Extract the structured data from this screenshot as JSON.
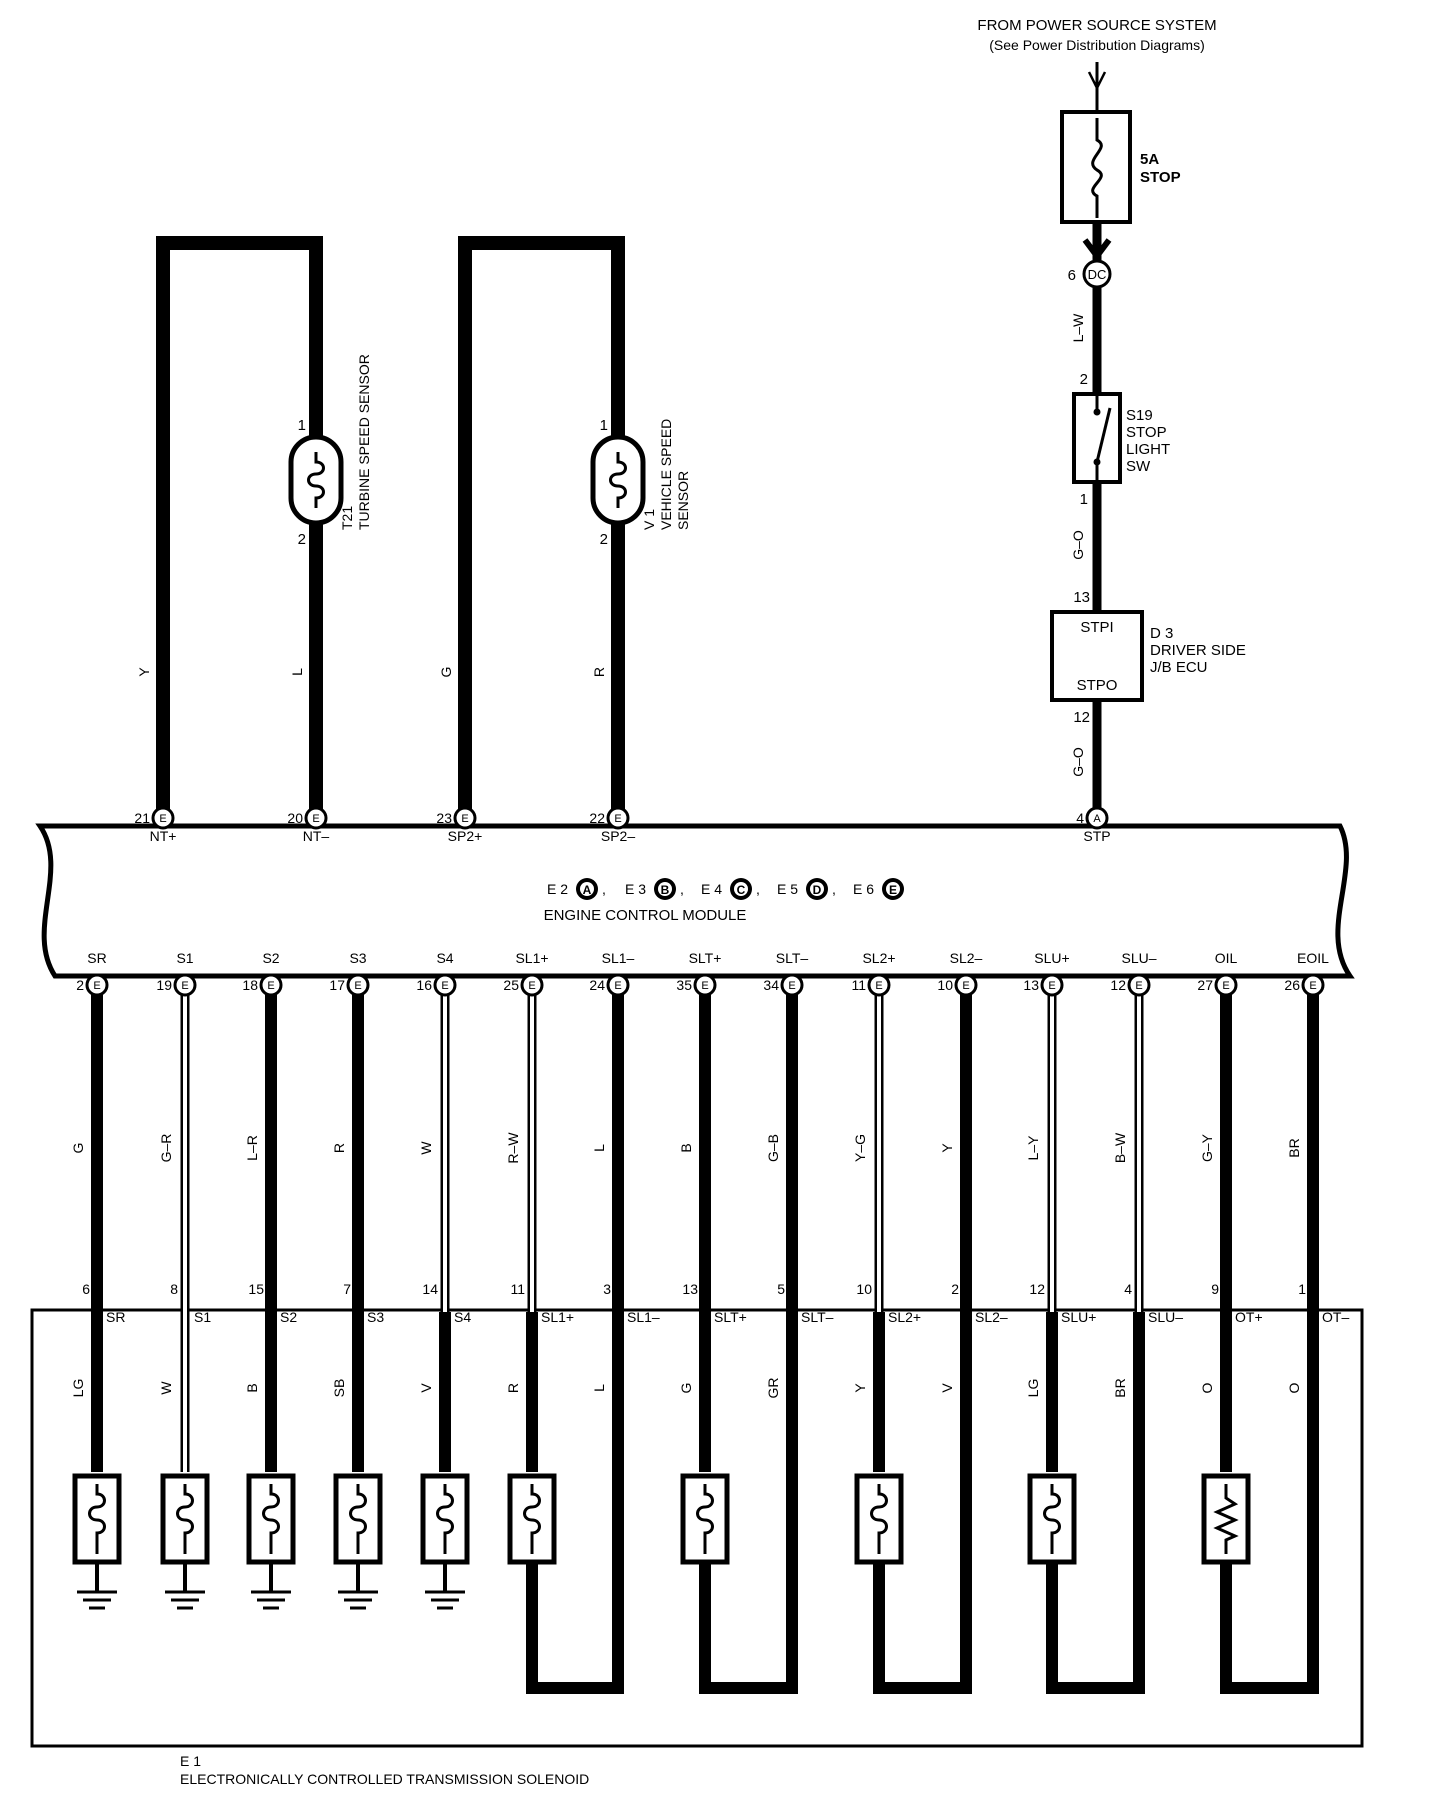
{
  "source": {
    "line1": "FROM POWER SOURCE SYSTEM",
    "line2": "(See Power Distribution Diagrams)"
  },
  "fuse": {
    "rating": "5A",
    "name": "STOP"
  },
  "dc_connector": {
    "pin": "6",
    "code": "DC"
  },
  "stop_switch": {
    "id": "S19",
    "line1": "STOP",
    "line2": "LIGHT",
    "line3": "SW",
    "pin_top": "2",
    "pin_bottom": "1"
  },
  "jb_ecu": {
    "id": "D 3",
    "line1": "DRIVER SIDE",
    "line2": "J/B ECU",
    "in_label": "STPI",
    "out_label": "STPO",
    "pin_in": "13",
    "pin_out": "12"
  },
  "wire_colors_top": {
    "dc_to_sw": "L–W",
    "sw_to_ecu": "G–O",
    "ecu_to_ecm": "G–O"
  },
  "turbine_sensor": {
    "id": "T21",
    "name": "TURBINE SPEED SENSOR",
    "pin1": "1",
    "pin2": "2",
    "wire_a": "Y",
    "wire_b": "L"
  },
  "vehicle_sensor": {
    "id": "V 1",
    "name_line1": "VEHICLE SPEED",
    "name_line2": "SENSOR",
    "pin1": "1",
    "pin2": "2",
    "wire_a": "G",
    "wire_b": "R"
  },
  "ecm": {
    "title": "ENGINE CONTROL MODULE",
    "connectors": [
      {
        "label": "E 2",
        "letter": "A"
      },
      {
        "label": "E 3",
        "letter": "B"
      },
      {
        "label": "E 4",
        "letter": "C"
      },
      {
        "label": "E 5",
        "letter": "D"
      },
      {
        "label": "E 6",
        "letter": "E"
      }
    ],
    "top_pins": [
      {
        "pin": "21",
        "conn": "E",
        "signal": "NT+"
      },
      {
        "pin": "20",
        "conn": "E",
        "signal": "NT–"
      },
      {
        "pin": "23",
        "conn": "E",
        "signal": "SP2+"
      },
      {
        "pin": "22",
        "conn": "E",
        "signal": "SP2–"
      },
      {
        "pin": "4",
        "conn": "A",
        "signal": "STP"
      }
    ],
    "bottom_pins": [
      {
        "pin": "2",
        "conn": "E",
        "signal": "SR",
        "wire": "G",
        "sol_pin": "6",
        "sol_label": "SR",
        "sol_wire": "LG"
      },
      {
        "pin": "19",
        "conn": "E",
        "signal": "S1",
        "wire": "G–R",
        "sol_pin": "8",
        "sol_label": "S1",
        "sol_wire": "W"
      },
      {
        "pin": "18",
        "conn": "E",
        "signal": "S2",
        "wire": "L–R",
        "sol_pin": "15",
        "sol_label": "S2",
        "sol_wire": "B"
      },
      {
        "pin": "17",
        "conn": "E",
        "signal": "S3",
        "wire": "R",
        "sol_pin": "7",
        "sol_label": "S3",
        "sol_wire": "SB"
      },
      {
        "pin": "16",
        "conn": "E",
        "signal": "S4",
        "wire": "W",
        "sol_pin": "14",
        "sol_label": "S4",
        "sol_wire": "V"
      },
      {
        "pin": "25",
        "conn": "E",
        "signal": "SL1+",
        "wire": "R–W",
        "sol_pin": "11",
        "sol_label": "SL1+",
        "sol_wire": "R"
      },
      {
        "pin": "24",
        "conn": "E",
        "signal": "SL1–",
        "wire": "L",
        "sol_pin": "3",
        "sol_label": "SL1–",
        "sol_wire": "L"
      },
      {
        "pin": "35",
        "conn": "E",
        "signal": "SLT+",
        "wire": "B",
        "sol_pin": "13",
        "sol_label": "SLT+",
        "sol_wire": "G"
      },
      {
        "pin": "34",
        "conn": "E",
        "signal": "SLT–",
        "wire": "G–B",
        "sol_pin": "5",
        "sol_label": "SLT–",
        "sol_wire": "GR"
      },
      {
        "pin": "11",
        "conn": "E",
        "signal": "SL2+",
        "wire": "Y–G",
        "sol_pin": "10",
        "sol_label": "SL2+",
        "sol_wire": "Y"
      },
      {
        "pin": "10",
        "conn": "E",
        "signal": "SL2–",
        "wire": "Y",
        "sol_pin": "2",
        "sol_label": "SL2–",
        "sol_wire": "V"
      },
      {
        "pin": "13",
        "conn": "E",
        "signal": "SLU+",
        "wire": "L–Y",
        "sol_pin": "12",
        "sol_label": "SLU+",
        "sol_wire": "LG"
      },
      {
        "pin": "12",
        "conn": "E",
        "signal": "SLU–",
        "wire": "B–W",
        "sol_pin": "4",
        "sol_label": "SLU–",
        "sol_wire": "BR"
      },
      {
        "pin": "27",
        "conn": "E",
        "signal": "OIL",
        "wire": "G–Y",
        "sol_pin": "9",
        "sol_label": "OT+",
        "sol_wire": "O"
      },
      {
        "pin": "26",
        "conn": "E",
        "signal": "EOIL",
        "wire": "BR",
        "sol_pin": "1",
        "sol_label": "OT–",
        "sol_wire": "O"
      }
    ]
  },
  "solenoid_block": {
    "id": "E 1",
    "name": "ELECTRONICALLY CONTROLLED TRANSMISSION SOLENOID"
  }
}
